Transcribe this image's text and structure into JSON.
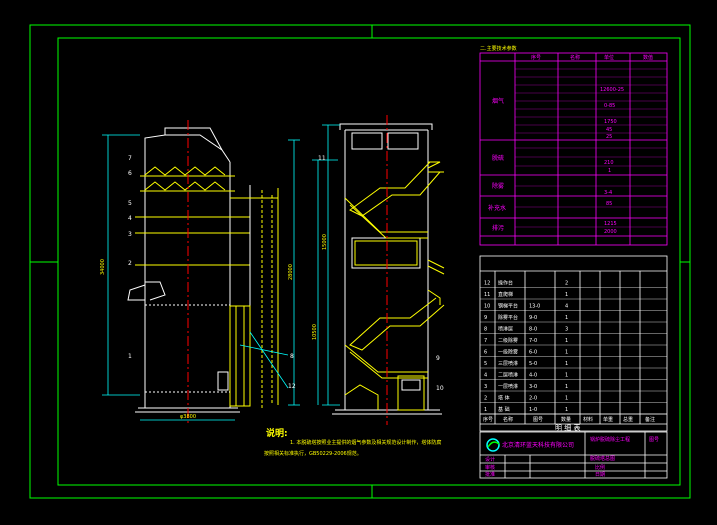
{
  "notes": {
    "heading": "说明:",
    "line1": "1. 本脱硫塔按照业主提供的烟气参数及相关规范设计制作，塔体防腐",
    "line2": "按照相关标准执行，GB50229-2006规范。"
  },
  "param_table": {
    "title": "二.主要技术参数",
    "headers": [
      "序号",
      "名称",
      "单位",
      "数值"
    ],
    "groups": [
      "烟气",
      "脱硫",
      "除雾",
      "补充水",
      "排污"
    ],
    "values": [
      "12600-25",
      "0-85",
      "1750",
      "45",
      "25",
      "210",
      "1",
      "3-4",
      "85",
      "1215",
      "2000"
    ]
  },
  "parts_table": {
    "title": "明 细 表",
    "headers": [
      "序号",
      "名称",
      "图号",
      "数量",
      "材料",
      "单重",
      "总重",
      "备注"
    ],
    "rows": [
      {
        "no": "12",
        "name": "操作台",
        "code": "",
        "qty": "2"
      },
      {
        "no": "11",
        "name": "直爬梯",
        "code": "",
        "qty": "1"
      },
      {
        "no": "10",
        "name": "钢梯平台",
        "code": "13-0",
        "qty": "4"
      },
      {
        "no": "9",
        "name": "除雾平台",
        "code": "9-0",
        "qty": "1"
      },
      {
        "no": "8",
        "name": "喷淋层",
        "code": "8-0",
        "qty": "3"
      },
      {
        "no": "7",
        "name": "二级除雾",
        "code": "7-0",
        "qty": "1"
      },
      {
        "no": "6",
        "name": "一级除雾",
        "code": "6-0",
        "qty": "1"
      },
      {
        "no": "5",
        "name": "三层喷淋",
        "code": "5-0",
        "qty": "1"
      },
      {
        "no": "4",
        "name": "二层喷淋",
        "code": "4-0",
        "qty": "1"
      },
      {
        "no": "3",
        "name": "一层喷淋",
        "code": "3-0",
        "qty": "1"
      },
      {
        "no": "2",
        "name": "塔 体",
        "code": "2-0",
        "qty": "1"
      },
      {
        "no": "1",
        "name": "基 础",
        "code": "1-0",
        "qty": "1"
      }
    ]
  },
  "title_block": {
    "company": "北京清环蓝天科技有限公司",
    "drawing_title": "脱硫塔总图",
    "project": "锅炉脱硫除尘工程",
    "scale_label": "比例",
    "date_label": "日期",
    "sheet": "图号",
    "designer": "设计",
    "checker": "审核",
    "approver": "批准"
  },
  "dimensions": {
    "overall_height": "34000",
    "tower_width": "φ3800",
    "height_right": "28000",
    "partial_h1": "15000",
    "partial_h2": "10500"
  },
  "left_balloons": [
    "7",
    "6",
    "5",
    "4",
    "3",
    "2",
    "1"
  ],
  "right_balloons": [
    "11",
    "8",
    "9",
    "10",
    "12"
  ],
  "colors": {
    "frame": "#00ff00",
    "geometry": "#ffffff",
    "text": "#ffff00",
    "table": "#ff00ff",
    "center": "#ff0000",
    "dim": "#00ffff"
  }
}
